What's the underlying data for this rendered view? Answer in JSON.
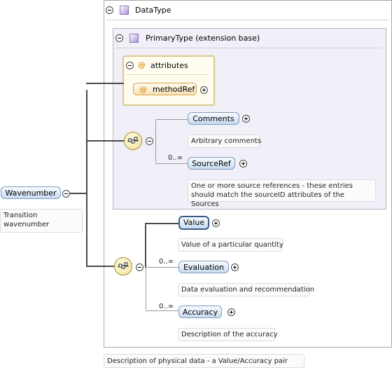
{
  "root": {
    "name": "Wavenumber",
    "doc": "Transition wavenumber"
  },
  "datatype": {
    "title": "DataType",
    "doc": "Description of physical data - a Value/Accuracy pair"
  },
  "primarytype": {
    "title": "PrimaryType (extension base)"
  },
  "attributes": {
    "title": "attributes",
    "symbol": "@",
    "items": [
      {
        "name": "methodRef",
        "symbol": "@"
      }
    ]
  },
  "primary_elements": [
    {
      "name": "Comments",
      "cardinality": "",
      "doc": "Arbitrary comments"
    },
    {
      "name": "SourceRef",
      "cardinality": "0..∞",
      "doc": "One or more source references - these entries should match the sourceID attributes of the Sources"
    }
  ],
  "data_elements": [
    {
      "name": "Value",
      "cardinality": "",
      "doc": "Value of a particular quantity"
    },
    {
      "name": "Evaluation",
      "cardinality": "0..∞",
      "doc": "Data evaluation and recommendation"
    },
    {
      "name": "Accuracy",
      "cardinality": "0..∞",
      "doc": "Description of the accuracy"
    }
  ],
  "icons": {
    "collapse": "collapse-minus-icon",
    "expand": "expand-plus-icon",
    "sequence": "sequence-compositor-icon",
    "type": "complex-type-icon",
    "attribute": "attribute-at-icon"
  },
  "colors": {
    "element_fill": "#c9dbf1",
    "element_border": "#7f9cc0",
    "attribute_fill": "#f7e2b8",
    "type_panel": "#f1eff7",
    "compositor": "#f3e39a"
  }
}
